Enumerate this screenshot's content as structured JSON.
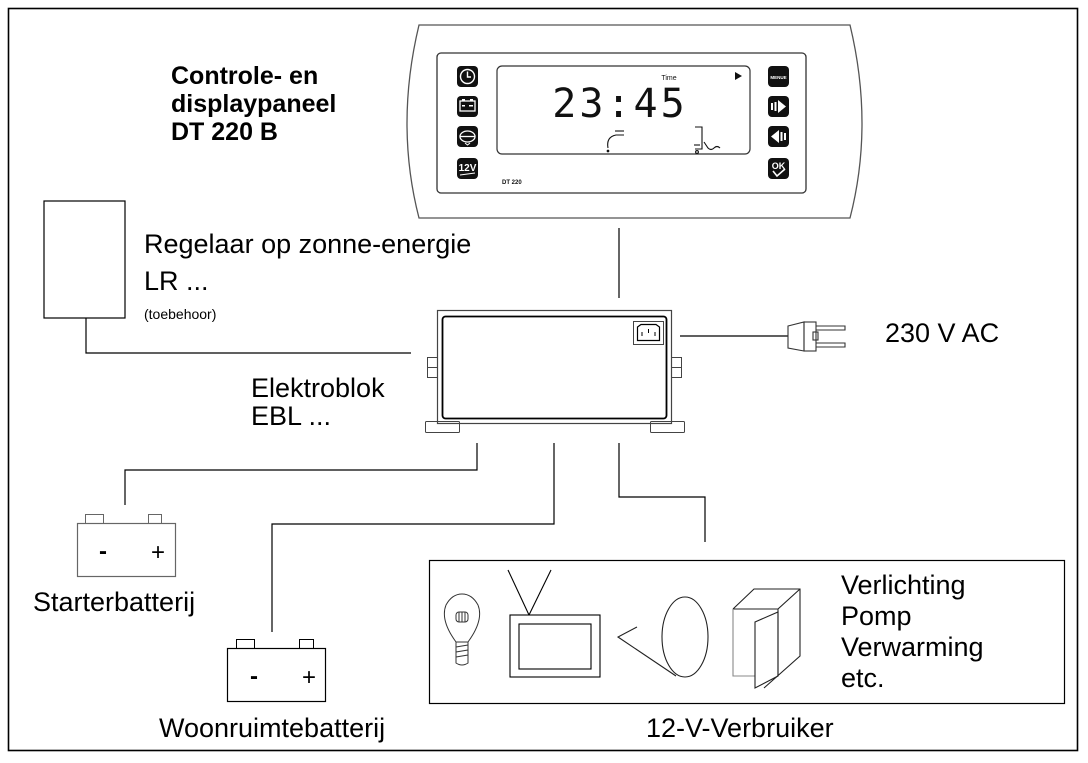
{
  "panel": {
    "title_lines": [
      "Controle- en",
      "displaypaneel",
      "DT 220 B"
    ],
    "display_time": "23:45",
    "display_time_label": "Time",
    "model_label": "DT 220",
    "left_buttons": [
      "clock-icon",
      "battery-icon",
      "tank-icon",
      "12v-icon"
    ],
    "right_buttons": [
      {
        "icon": "menue-icon",
        "label": "MENUE"
      },
      {
        "icon": "forward-icon",
        "label": ""
      },
      {
        "icon": "backward-icon",
        "label": ""
      },
      {
        "icon": "ok-icon",
        "label": "OK"
      }
    ],
    "left_12v_label": "12V"
  },
  "solar": {
    "line1": "Regelaar op zonne-energie",
    "line2": "LR ...",
    "note": "(toebehoor)"
  },
  "ebl": {
    "line1": "Elektroblok",
    "line2": "EBL ..."
  },
  "mains": {
    "label": "230 V AC"
  },
  "starter_battery": {
    "label": "Starterbatterij",
    "minus": "-",
    "plus": "+"
  },
  "living_battery": {
    "label": "Woonruimtebatterij",
    "minus": "-",
    "plus": "+"
  },
  "consumers": {
    "items": [
      "Verlichting",
      "Pomp",
      "Verwarming",
      "etc."
    ],
    "caption": "12-V-Verbruiker",
    "icons": [
      "bulb-icon",
      "tv-icon",
      "pump-icon",
      "heater-icon"
    ]
  },
  "colors": {
    "stroke": "#000000",
    "panel_stroke": "#555555",
    "button_fill": "#111111",
    "background": "#ffffff"
  }
}
